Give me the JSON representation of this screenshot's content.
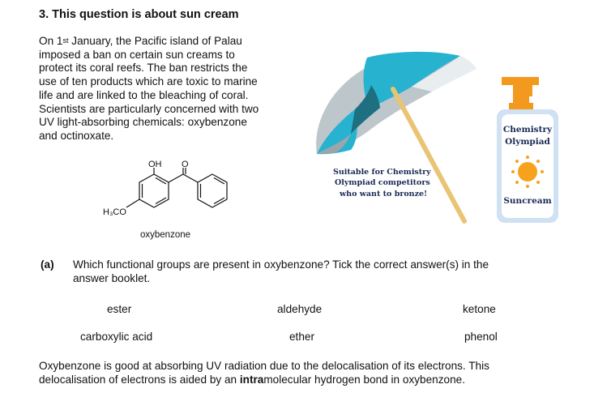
{
  "question": {
    "title": "3. This question is about sun cream",
    "intro_lines": [
      {
        "before": "On 1",
        "sup": "st",
        "after": " January, the Pacific island of Palau"
      },
      {
        "text": "imposed a ban on certain sun creams to"
      },
      {
        "text": "protect its coral reefs. The ban restricts the"
      },
      {
        "text": "use of ten products which are toxic to marine"
      },
      {
        "text": "life and are linked to the bleaching of coral."
      },
      {
        "text": "Scientists are particularly concerned with two"
      },
      {
        "text": "UV light-absorbing chemicals: oxybenzone"
      },
      {
        "text": "and octinoxate."
      }
    ]
  },
  "molecule": {
    "oh_label": "OH",
    "o_label": "O",
    "methoxy_label": "H₃CO",
    "caption": "oxybenzone"
  },
  "illustration": {
    "sign_lines": [
      "Suitable for Chemistry",
      "Olympiad competitors",
      "who want to bronze!"
    ],
    "bottle_brand_line1": "Chemistry",
    "bottle_brand_line2": "Olympiad",
    "bottle_product": "Suncream",
    "colors": {
      "umbrella_teal": "#27b2cf",
      "umbrella_dark": "#1e6f80",
      "umbrella_grey": "#bcc6cb",
      "pole": "#e9c474",
      "pump": "#f39a1e",
      "bottle": "#cfe1f3",
      "sun": "#f7a21c",
      "text_navy": "#1a2a55"
    }
  },
  "part_a": {
    "label": "(a)",
    "question_line1": "Which functional groups are present in oxybenzone? Tick the correct answer(s) in the",
    "question_line2": "answer booklet.",
    "options": [
      "ester",
      "aldehyde",
      "ketone",
      "carboxylic acid",
      "ether",
      "phenol"
    ]
  },
  "closing": {
    "line1": "Oxybenzone is good at absorbing UV radiation due to the delocalisation of its electrons. This",
    "line2_before": "delocalisation of electrons is aided by an ",
    "line2_bold": "intra",
    "line2_after": "molecular hydrogen bond in oxybenzone."
  }
}
